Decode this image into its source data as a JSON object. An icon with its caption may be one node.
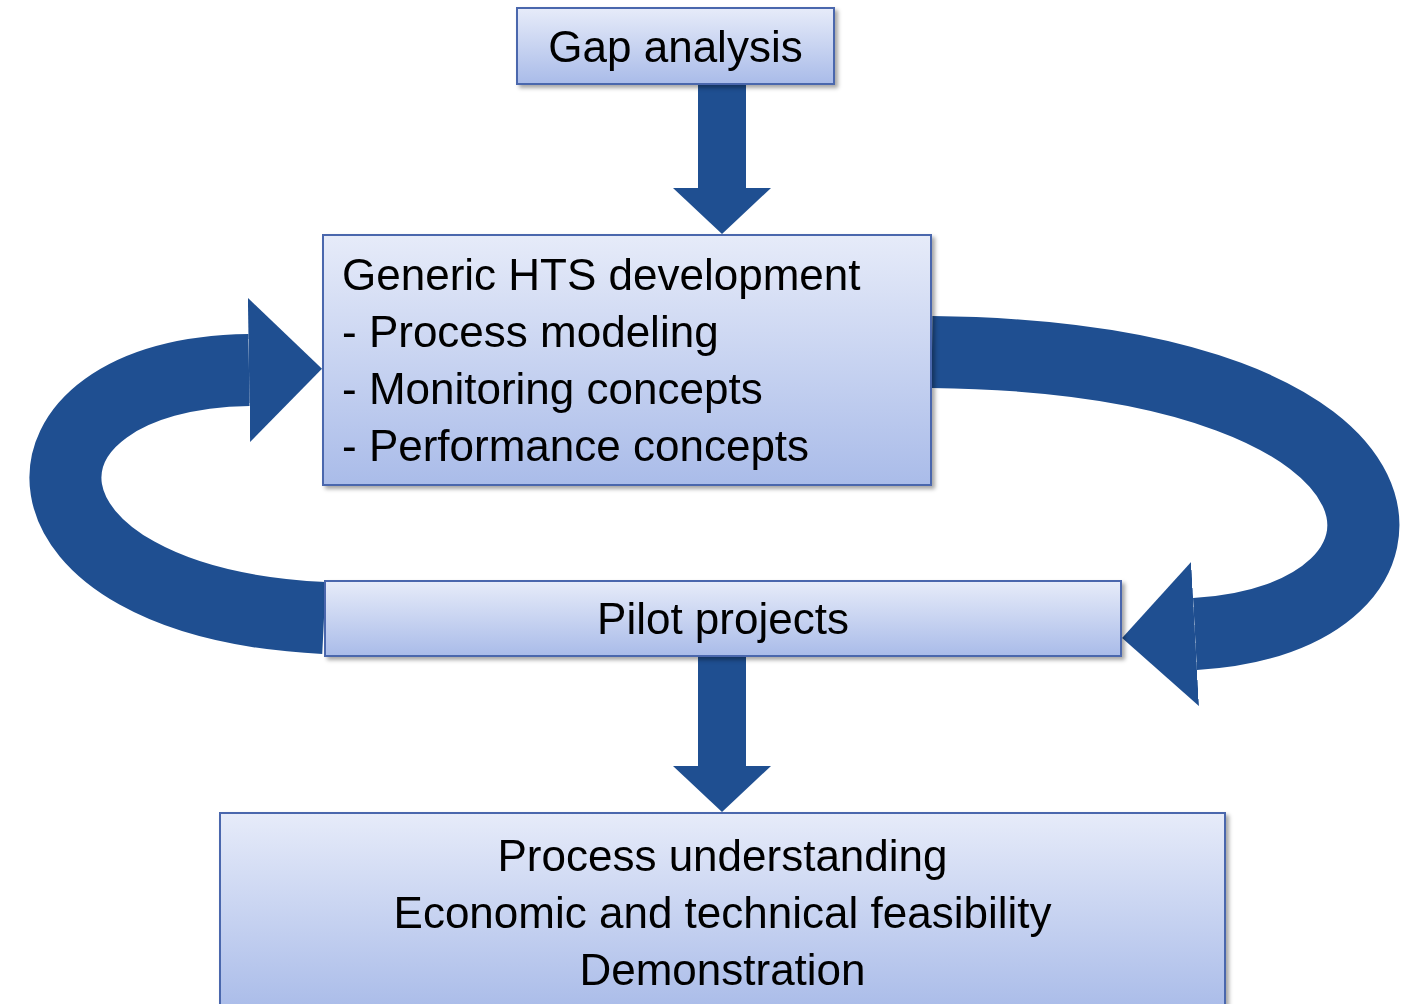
{
  "diagram": {
    "nodes": [
      {
        "text": [
          "Gap analysis"
        ]
      },
      {
        "text": [
          "Generic HTS development",
          "- Process modeling",
          "- Monitoring concepts",
          "- Performance concepts"
        ]
      },
      {
        "text": [
          "Pilot projects"
        ]
      },
      {
        "text": [
          "Process understanding",
          "Economic and technical feasibility",
          "Demonstration"
        ]
      }
    ],
    "edges": [
      {
        "from": 0,
        "to": 1,
        "arrow": "to"
      },
      {
        "from": 2,
        "to": 1,
        "arrow": "to"
      },
      {
        "from": 1,
        "to": 2,
        "arrow": "to"
      },
      {
        "from": 2,
        "to": 3,
        "arrow": "to"
      }
    ]
  }
}
